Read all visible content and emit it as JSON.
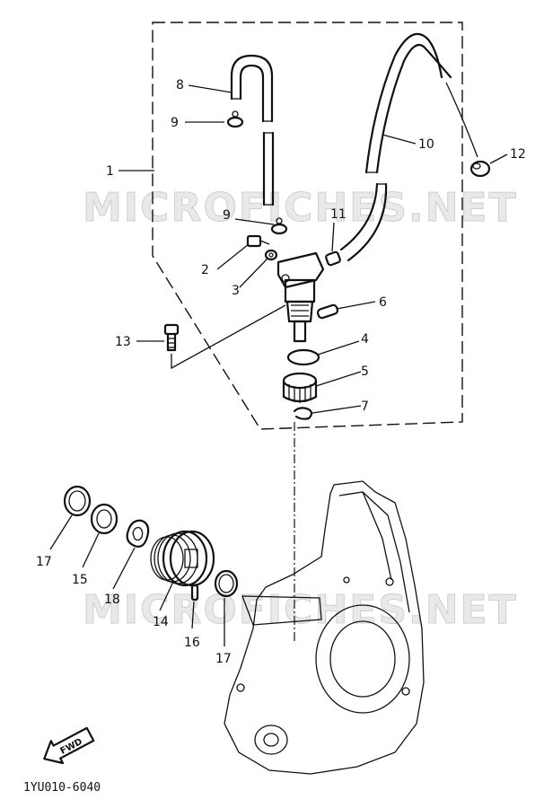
{
  "watermark": "MICROFICHES.NET",
  "diagram_code": "1YU010-6040",
  "fwd_label": "FWD",
  "callouts": {
    "c1": "1",
    "c2": "2",
    "c3": "3",
    "c4": "4",
    "c5": "5",
    "c6": "6",
    "c7": "7",
    "c8": "8",
    "c9a": "9",
    "c9b": "9",
    "c10": "10",
    "c11": "11",
    "c12": "12",
    "c13": "13",
    "c14": "14",
    "c15": "15",
    "c16": "16",
    "c17a": "17",
    "c17b": "17",
    "c18": "18"
  }
}
